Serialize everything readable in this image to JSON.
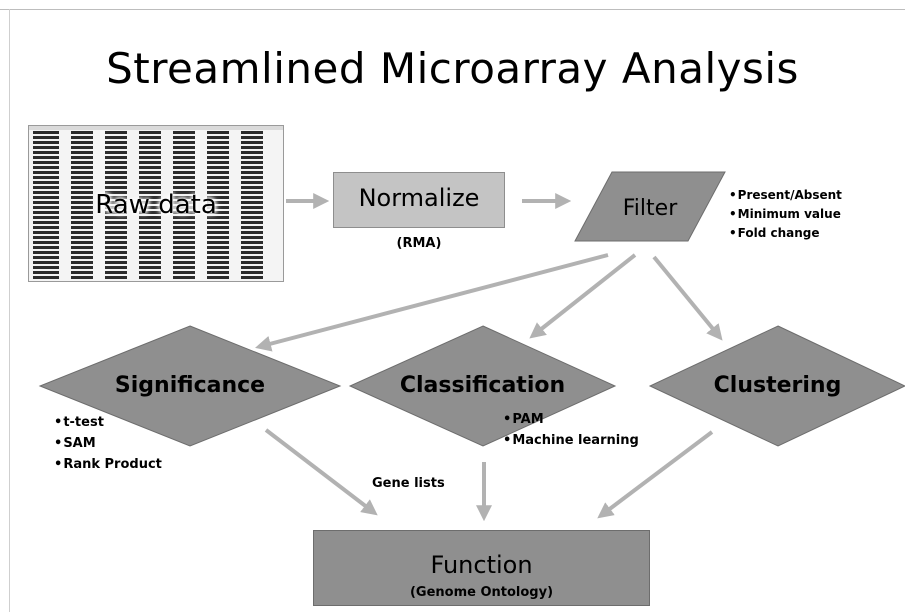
{
  "title": "Streamlined Microarray Analysis",
  "raw_data": {
    "label": "Raw data"
  },
  "normalize": {
    "label": "Normalize",
    "sublabel": "(RMA)"
  },
  "filter": {
    "label": "Filter",
    "bullets": [
      "Present/Absent",
      "Minimum value",
      "Fold change"
    ]
  },
  "significance": {
    "label": "Significance",
    "bullets": [
      "t-test",
      "SAM",
      "Rank Product"
    ]
  },
  "classification": {
    "label": "Classification",
    "bullets": [
      "PAM",
      "Machine learning"
    ]
  },
  "clustering": {
    "label": "Clustering"
  },
  "gene_lists": "Gene lists",
  "function": {
    "label": "Function",
    "sublabel": "(Genome Ontology)"
  },
  "colors": {
    "box_light": "#c4c4c4",
    "shape_dark": "#8f8f8f",
    "arrow": "#b2b2b2",
    "text": "#000000"
  }
}
